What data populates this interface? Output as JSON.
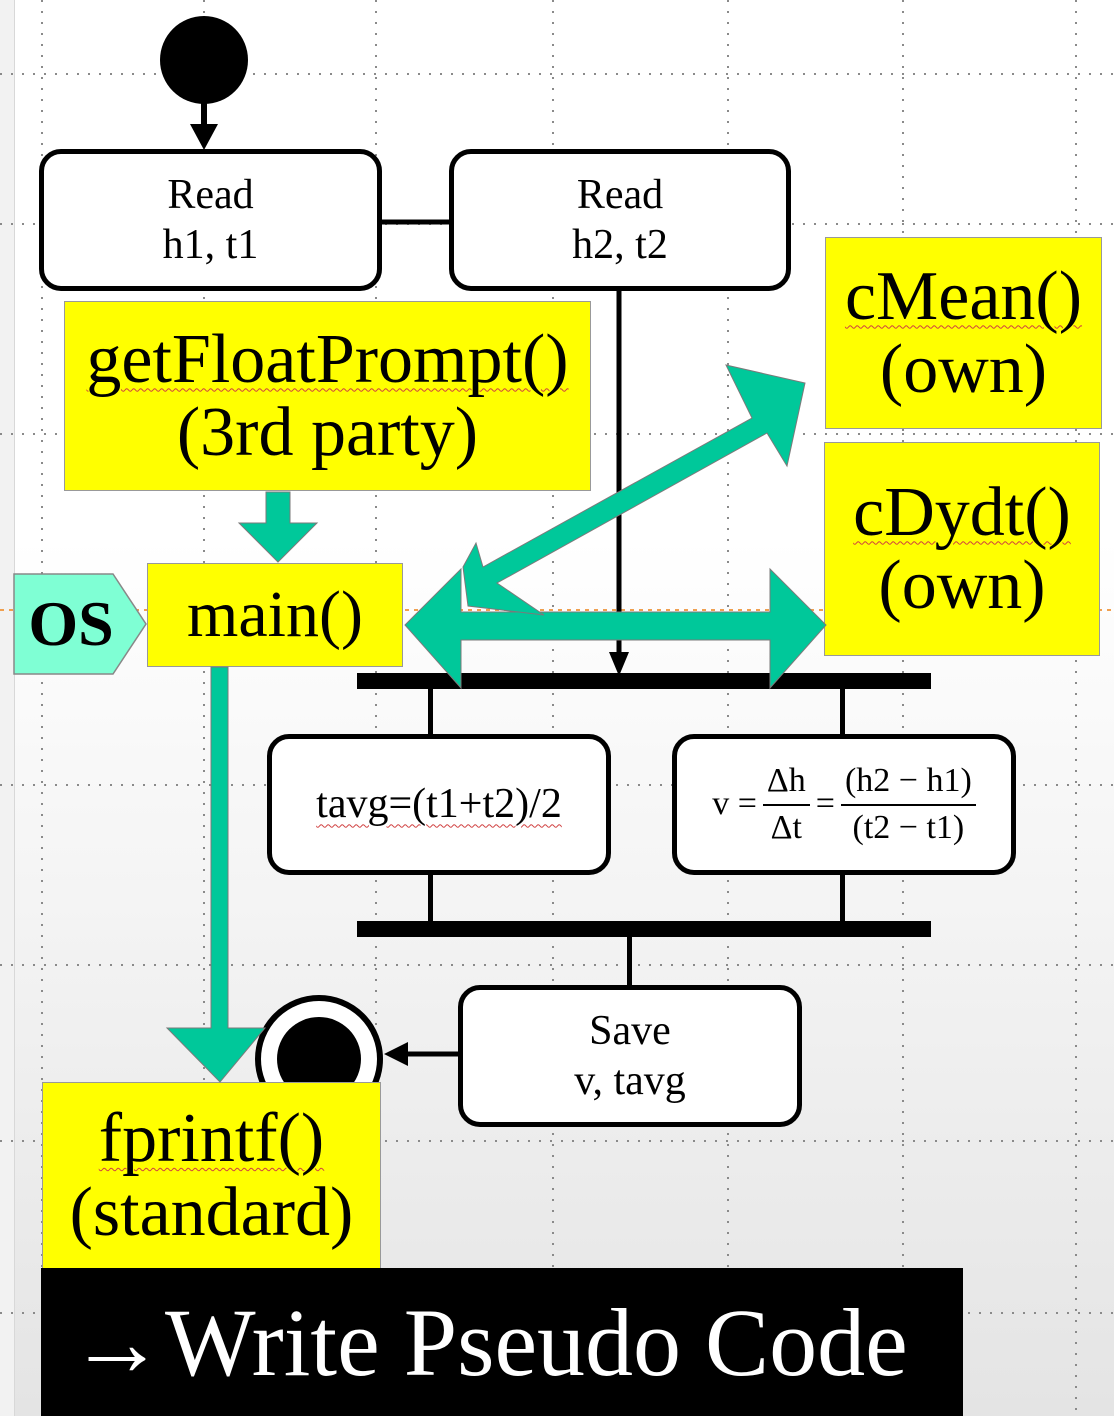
{
  "nodes": {
    "read1": {
      "label": "Read",
      "vars": "h1, t1"
    },
    "read2": {
      "label": "Read",
      "vars": "h2, t2"
    },
    "tavg": {
      "formula": "tavg=(t1+t2)/2"
    },
    "velocity": {
      "lhs": "v =",
      "num1": "Δh",
      "den1": "Δt",
      "eq": "=",
      "num2": "(h2 − h1)",
      "den2": "(t2 − t1)"
    },
    "save": {
      "label": "Save",
      "vars": "v, tavg"
    }
  },
  "functions": {
    "get_float_prompt": {
      "name": "getFloatPrompt()",
      "kind": "(3rd party)"
    },
    "cmean": {
      "name": "cMean()",
      "kind": "(own)"
    },
    "cdydt": {
      "name": "cDydt()",
      "kind": "(own)"
    },
    "main": {
      "name": "main()"
    },
    "os": {
      "name": "OS"
    },
    "fprintf": {
      "name": "fprintf()",
      "kind": "(standard)"
    }
  },
  "banner": {
    "text": "→Write Pseudo Code"
  },
  "colors": {
    "highlight": "#ffff00",
    "arrow": "#00c89a",
    "os_tag": "#7fffd4",
    "banner_bg": "#000000"
  }
}
